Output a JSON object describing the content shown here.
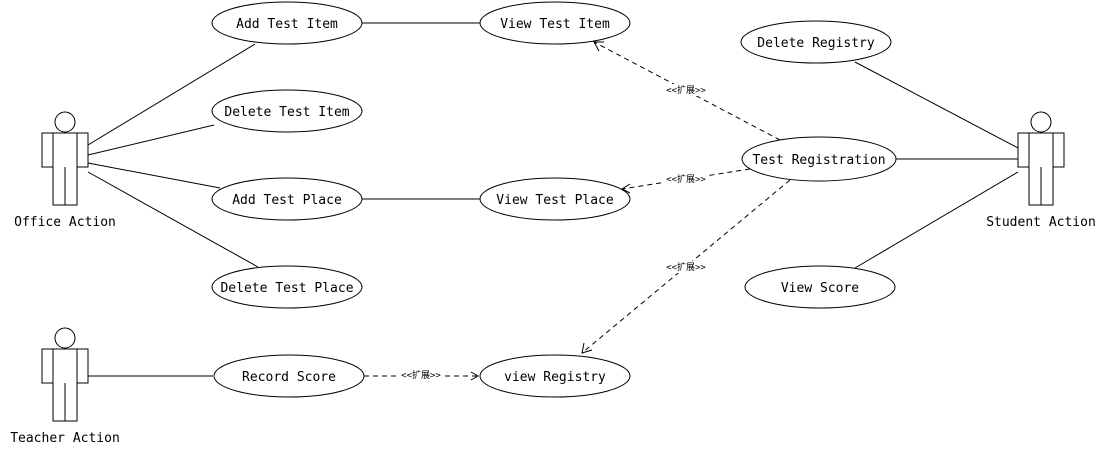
{
  "actors": {
    "office": "Office Action",
    "teacher": "Teacher Action",
    "student": "Student Action"
  },
  "use_cases": {
    "add_test_item": "Add Test Item",
    "view_test_item": "View Test Item",
    "delete_test_item": "Delete Test Item",
    "add_test_place": "Add Test Place",
    "view_test_place": "View Test Place",
    "delete_test_place": "Delete Test Place",
    "record_score": "Record Score",
    "view_registry": "view Registry",
    "delete_registry": "Delete Registry",
    "test_registration": "Test Registration",
    "view_score": "View Score"
  },
  "relations": {
    "extend_label": "<<扩展>>"
  }
}
